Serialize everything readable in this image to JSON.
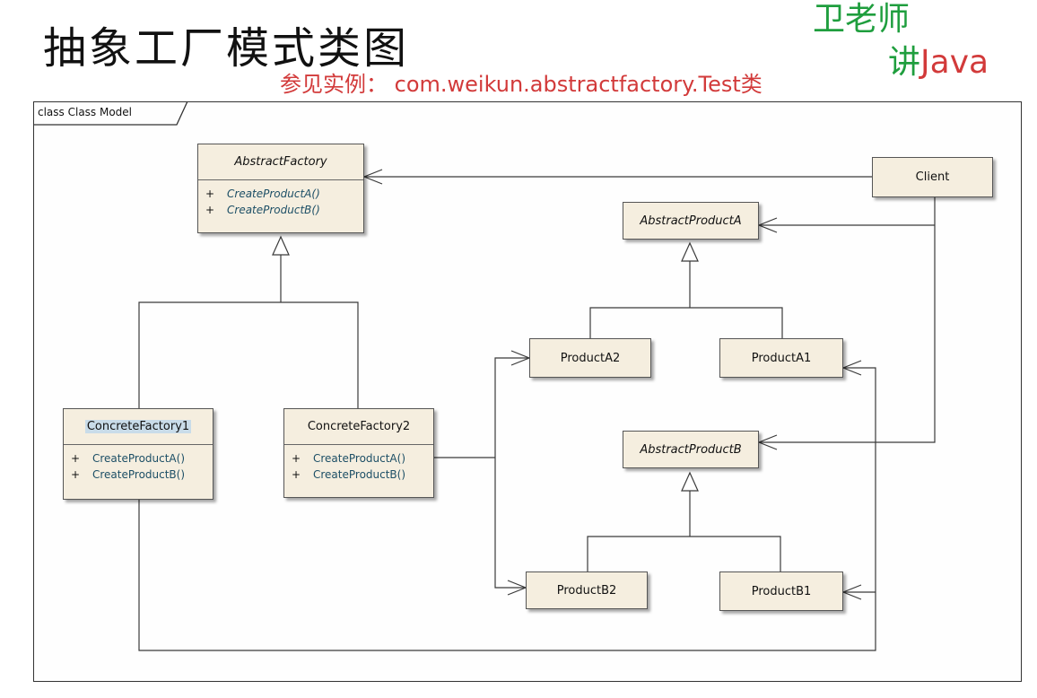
{
  "header": {
    "title": "抽象工厂模式类图",
    "subtitle": "参见实例： com.weikun.abstractfactory.Test类",
    "brand_line1": "卫老师",
    "brand_line2_zh": "讲",
    "brand_line2_en": "Java"
  },
  "diagram": {
    "frame_label": "class Class Model",
    "classes": {
      "abstract_factory": {
        "name": "AbstractFactory",
        "ops": [
          "CreateProductA()",
          "CreateProductB()"
        ],
        "op_prefix": "+"
      },
      "concrete_factory1": {
        "name": "ConcreteFactory1",
        "ops": [
          "CreateProductA()",
          "CreateProductB()"
        ],
        "op_prefix": "+"
      },
      "concrete_factory2": {
        "name": "ConcreteFactory2",
        "ops": [
          "CreateProductA()",
          "CreateProductB()"
        ],
        "op_prefix": "+"
      },
      "client": {
        "name": "Client"
      },
      "abstract_product_a": {
        "name": "AbstractProductA"
      },
      "abstract_product_b": {
        "name": "AbstractProductB"
      },
      "product_a1": {
        "name": "ProductA1"
      },
      "product_a2": {
        "name": "ProductA2"
      },
      "product_b1": {
        "name": "ProductB1"
      },
      "product_b2": {
        "name": "ProductB2"
      }
    }
  },
  "colors": {
    "box_fill": "#f5eedf",
    "title_text": "#111111",
    "subtitle_red": "#d23a3a",
    "brand_green": "#1f9e3e",
    "operation_text": "#1d4f66"
  }
}
